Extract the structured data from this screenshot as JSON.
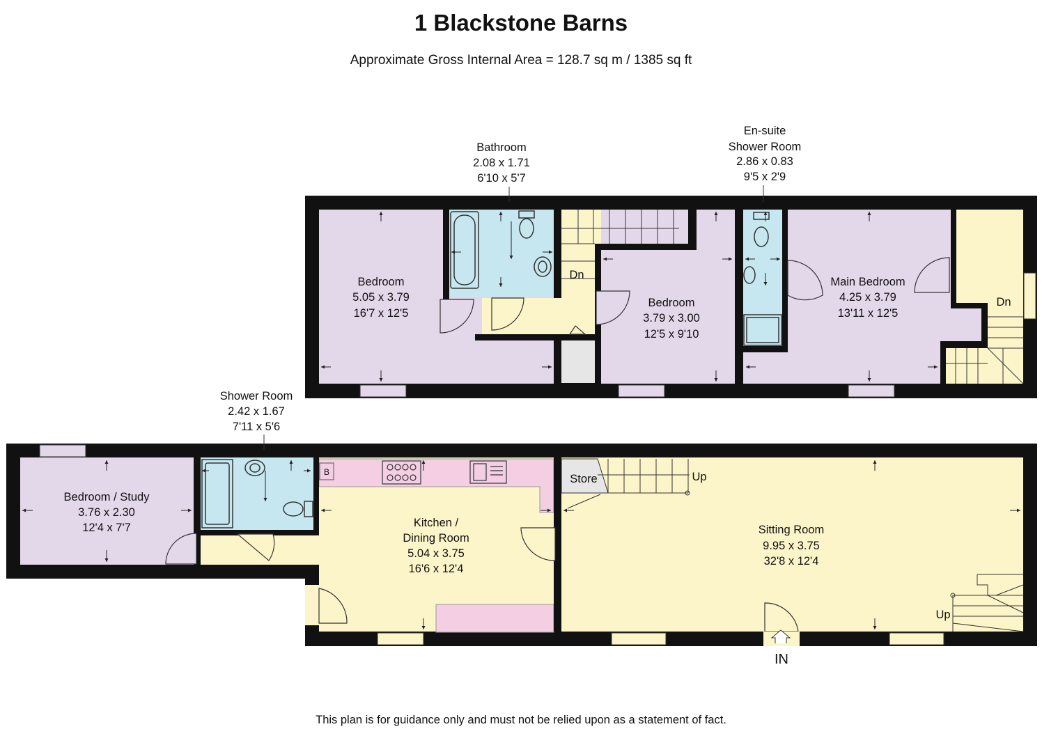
{
  "title": "1 Blackstone Barns",
  "subtitle": "Approximate Gross Internal Area = 128.7 sq m / 1385 sq ft",
  "disclaimer": "This plan is for guidance only and must not be relied upon as a statement of fact.",
  "colors": {
    "wall": "#111111",
    "bedroom": "#e3d7ea",
    "wet_room": "#c6e7f0",
    "living": "#fcf5c9",
    "kitchen_units": "#f4cfe4",
    "store": "#e6e6e6",
    "window": "#ffffff",
    "arrow": "#222222"
  },
  "upper_floor": {
    "bathroom": {
      "name": "Bathroom",
      "metric": "2.08 x 1.71",
      "imperial": "6'10 x 5'7"
    },
    "ensuite": {
      "name1": "En-suite",
      "name2": "Shower Room",
      "metric": "2.86 x 0.83",
      "imperial": "9'5 x 2'9"
    },
    "bedroom_left": {
      "name": "Bedroom",
      "metric": "5.05 x 3.79",
      "imperial": "16'7 x 12'5"
    },
    "bedroom_mid": {
      "name": "Bedroom",
      "metric": "3.79 x 3.00",
      "imperial": "12'5 x 9'10"
    },
    "main_bedroom": {
      "name": "Main Bedroom",
      "metric": "4.25 x 3.79",
      "imperial": "13'11 x 12'5"
    },
    "stairs_left_label": "Dn",
    "stairs_right_label": "Dn"
  },
  "ground_floor": {
    "shower_room": {
      "name": "Shower Room",
      "metric": "2.42 x 1.67",
      "imperial": "7'11 x 5'6"
    },
    "study": {
      "name": "Bedroom / Study",
      "metric": "3.76 x 2.30",
      "imperial": "12'4 x 7'7"
    },
    "kitchen": {
      "name1": "Kitchen /",
      "name2": "Dining Room",
      "metric": "5.04 x 3.75",
      "imperial": "16'6 x 12'4"
    },
    "sitting": {
      "name": "Sitting Room",
      "metric": "9.95 x 3.75",
      "imperial": "32'8 x 12'4"
    },
    "store_label": "Store",
    "boiler_label": "B",
    "stairs_up_label": "Up",
    "stairs_up_right_label": "Up",
    "entrance_label": "IN"
  }
}
